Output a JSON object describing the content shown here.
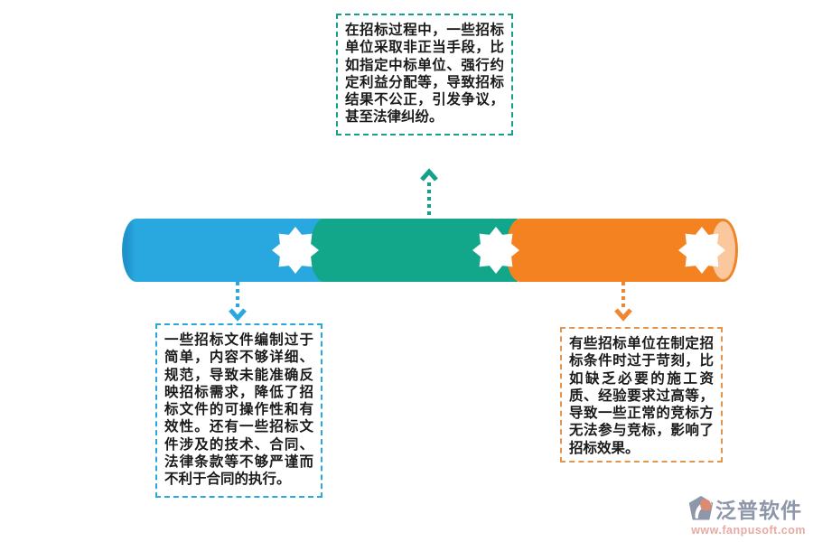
{
  "palette": {
    "bar_blue": "#29A8DF",
    "bar_green": "#12A78B",
    "bar_orange": "#F58220",
    "bar_end_cap_fill": "#FBC89D",
    "bar_end_cap_stroke": "#EF8326",
    "callout_top_border": "#16A08C",
    "callout_left_border": "#29A8DF",
    "callout_right_border": "#E3954F",
    "text_color": "#1A1A1A",
    "brand_text_color": "#8D97A9",
    "brand_url_color": "#E8ABA3"
  },
  "callouts": {
    "top": {
      "text": "在招标过程中，一些招标单位采取非正当手段，比如指定中标单位、强行约定利益分配等，导致招标结果不公正，引发争议，甚至法律纠纷。"
    },
    "left": {
      "text": "一些招标文件编制过于简单，内容不够详细、规范，导致未能准确反映招标需求，降低了招标文件的可操作性和有效性。还有一些招标文件涉及的技术、合同、法律条款等不够严谨而不利于合同的执行。"
    },
    "right": {
      "text": "有些招标单位在制定招标条件时过于苛刻，比如缺乏必要的施工资质、经验要求过高等，导致一些正常的竞标方无法参与竞标，影响了招标效果。"
    }
  },
  "bar": {
    "segments": [
      "blue",
      "green",
      "orange"
    ],
    "badge_icon": "eight-point-star"
  },
  "watermark": {
    "brand": "泛普软件",
    "url": "www.fanpusoft.com"
  }
}
